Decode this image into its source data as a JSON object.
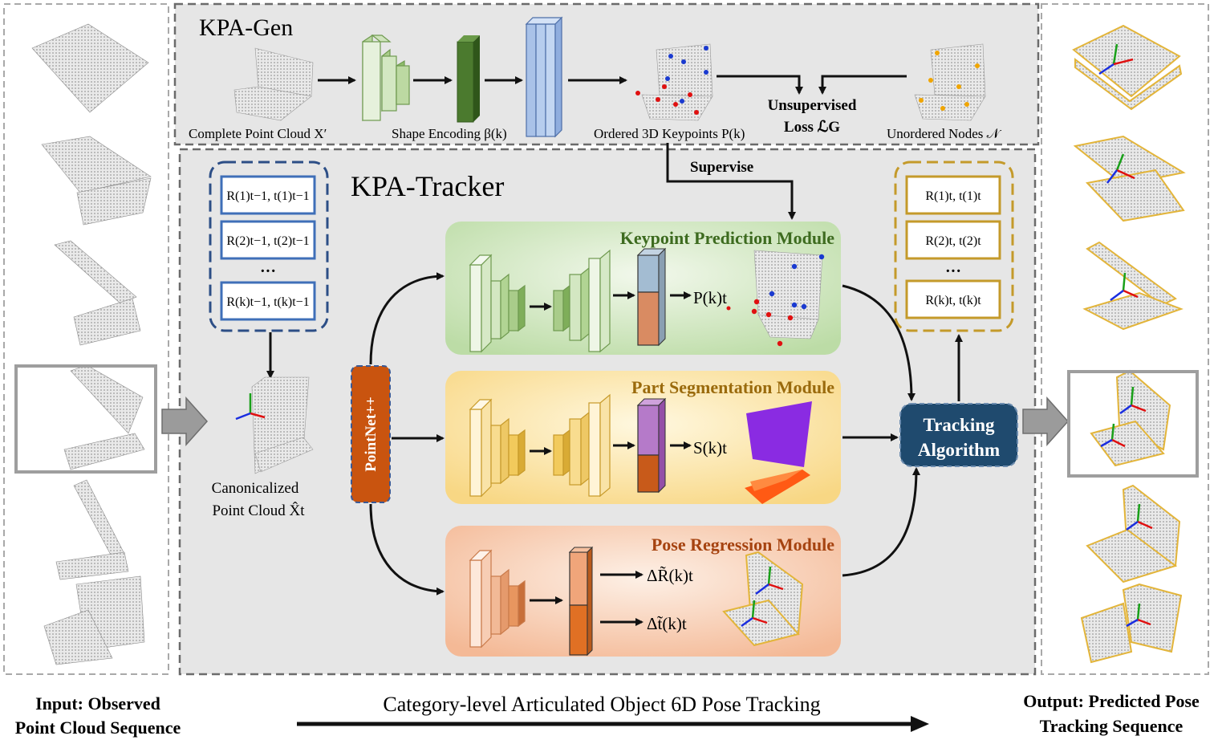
{
  "sections": {
    "gen_title": "KPA-Gen",
    "tracker_title": "KPA-Tracker"
  },
  "gen": {
    "complete_point_cloud": "Complete Point Cloud X′",
    "shape_encoding": "Shape Encoding β(k)",
    "ordered_keypoints": "Ordered 3D Keypoints P(k)",
    "unsupervised": "Unsupervised",
    "loss": "Loss ℒG",
    "unordered_nodes": "Unordered Nodes 𝒩"
  },
  "supervise": "Supervise",
  "prev_poses": {
    "items": [
      "R(1)t−1, t(1)t−1",
      "R(2)t−1, t(2)t−1",
      "R(k)t−1, t(k)t−1"
    ],
    "ellipsis": "···"
  },
  "canonicalized": {
    "line1": "Canonicalized",
    "line2": "Point Cloud X̂t"
  },
  "pointnet": "PointNet++",
  "modules": {
    "keypoint": {
      "title": "Keypoint Prediction Module",
      "output": "P(k)t"
    },
    "segmentation": {
      "title": "Part Segmentation Module",
      "output": "S(k)t"
    },
    "pose": {
      "title": "Pose Regression Module",
      "output_r": "ΔR̃(k)t",
      "output_t": "Δt̃(k)t"
    }
  },
  "tracking": {
    "line1": "Tracking",
    "line2": "Algorithm"
  },
  "out_poses": {
    "items": [
      "R(1)t, t(1)t",
      "R(2)t, t(2)t",
      "R(k)t, t(k)t"
    ],
    "ellipsis": "···"
  },
  "bottom": {
    "input_line1": "Input: Observed",
    "input_line2": "Point Cloud Sequence",
    "center": "Category-level Articulated Object 6D Pose Tracking",
    "output_line1": "Output: Predicted Pose",
    "output_line2": "Tracking Sequence"
  },
  "colors": {
    "green_module": "#cfe6bd",
    "yellow_module": "#fbe3a0",
    "orange_module": "#f7cdb4",
    "pointnet": "#c9540f",
    "tracking": "#1f4a6e",
    "blue_box": "#3f6fb8",
    "gold_box": "#c49a2a"
  }
}
